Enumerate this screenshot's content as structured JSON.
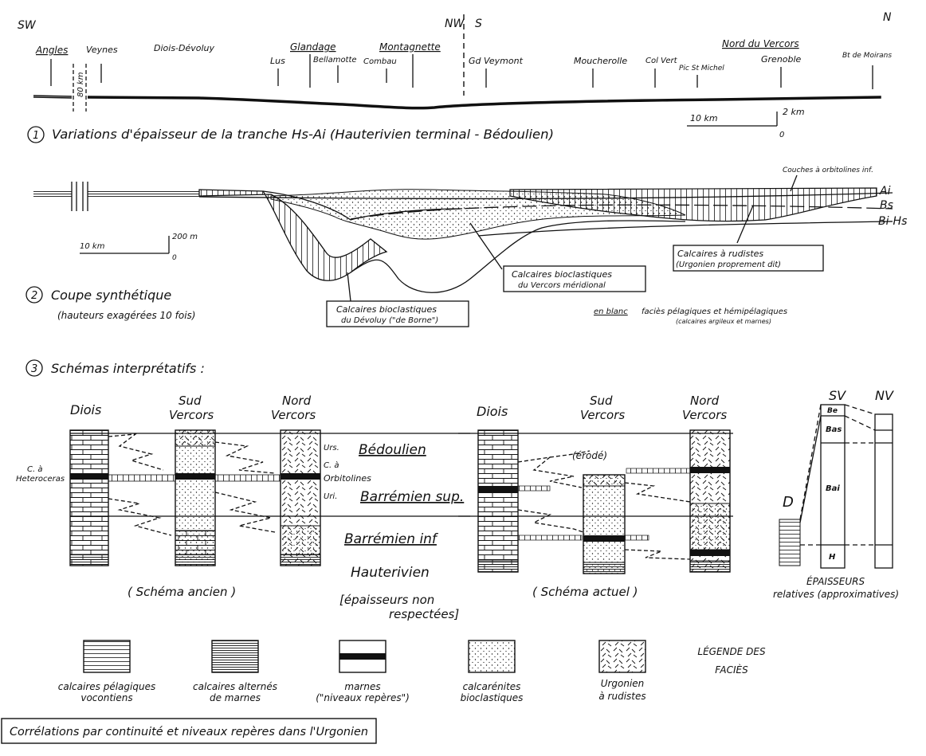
{
  "compass": {
    "sw": "SW",
    "nw": "NW",
    "s": "S",
    "n": "N"
  },
  "profile": {
    "sites": [
      "Angles",
      "Veynes",
      "Diois-Dévoluy",
      "Lus",
      "Glandage",
      "Bellamotte",
      "Combau",
      "Montagnette",
      "Gd Veymont",
      "Moucherolle",
      "Col Vert",
      "Pic St Michel",
      "Nord du Vercors",
      "Grenoble",
      "Bt de Moirans"
    ],
    "gap_label": "80 km",
    "scale_h": "10 km",
    "scale_v": "2 km",
    "scale_v0": "0"
  },
  "section1": {
    "num": "1",
    "title": "Variations d'épaisseur de la tranche  Hs-Ai (Hauterivien terminal - Bédoulien)"
  },
  "section2": {
    "num": "2",
    "title": "Coupe synthétique",
    "subtitle": "(hauteurs exagérées 10 fois)",
    "scale_h": "10 km",
    "scale_v": "200 m",
    "scale_v0": "0",
    "labels": {
      "orbitolines": "Couches à orbitolines inf.",
      "ai": "Ai",
      "bs": "Bs",
      "bihs": "Bi-Hs",
      "rudistes": [
        "Calcaires à rudistes",
        "(Urgonien proprement dit)"
      ],
      "vercors": [
        "Calcaires bioclastiques",
        "du Vercors méridional"
      ],
      "devoluy": [
        "Calcaires bioclastiques",
        "du Dévoluy (\"de Borne\")"
      ],
      "blanc_key": "en blanc",
      "blanc_text": [
        "faciès pélagiques et hémipélagiques",
        "(calcaires argileux et marnes)"
      ]
    }
  },
  "section3": {
    "num": "3",
    "title": "Schémas interprétatifs :",
    "col_labels": {
      "diois": "Diois",
      "sud": [
        "Sud",
        "Vercors"
      ],
      "nord": [
        "Nord",
        "Vercors"
      ]
    },
    "left_side": [
      "C. à",
      "Heteroceras"
    ],
    "mid_labels": {
      "urs": "Urs.",
      "ca": "C. à",
      "orbitolines": "Orbitolines",
      "uri": "Uri."
    },
    "stages": [
      "Bédoulien",
      "Barrémien sup.",
      "Barrémien inf",
      "Hauterivien"
    ],
    "note": [
      "[épaisseurs non",
      "respectées]"
    ],
    "erode": "(érodé)",
    "schema_ancien": "( Schéma ancien )",
    "schema_actuel": "( Schéma actuel )",
    "thickness": {
      "sv": "SV",
      "nv": "NV",
      "d": "D",
      "be": "Be",
      "bas": "Bas",
      "bai": "Bai",
      "h": "H",
      "caption": [
        "ÉPAISSEURS",
        "relatives  (approximatives)"
      ]
    }
  },
  "legend": {
    "title": [
      "LÉGENDE DES",
      "FACIÈS"
    ],
    "items": [
      {
        "label": [
          "calcaires pélagiques",
          "vocontiens"
        ]
      },
      {
        "label": [
          "calcaires alternés",
          "de marnes"
        ]
      },
      {
        "label": [
          "marnes",
          "(\"niveaux repères\")"
        ]
      },
      {
        "label": [
          "calcarénites",
          "bioclastiques"
        ]
      },
      {
        "label": [
          "Urgonien",
          "à rudistes"
        ]
      }
    ]
  },
  "caption": "Corrélations par continuité et niveaux repères dans l'Urgonien"
}
